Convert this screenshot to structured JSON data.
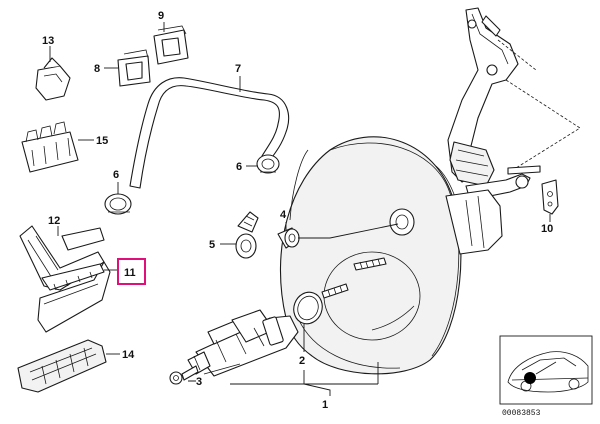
{
  "callouts": {
    "c1": "1",
    "c2": "2",
    "c3": "3",
    "c4": "4",
    "c5": "5",
    "c6a": "6",
    "c6b": "6",
    "c7": "7",
    "c8": "8",
    "c9": "9",
    "c10": "10",
    "c11": "11",
    "c12": "12",
    "c13": "13",
    "c14": "14",
    "c15": "15"
  },
  "highlight": {
    "callout": "11",
    "color": "#e0107a"
  },
  "inset": {
    "reference_code": "00083853"
  }
}
